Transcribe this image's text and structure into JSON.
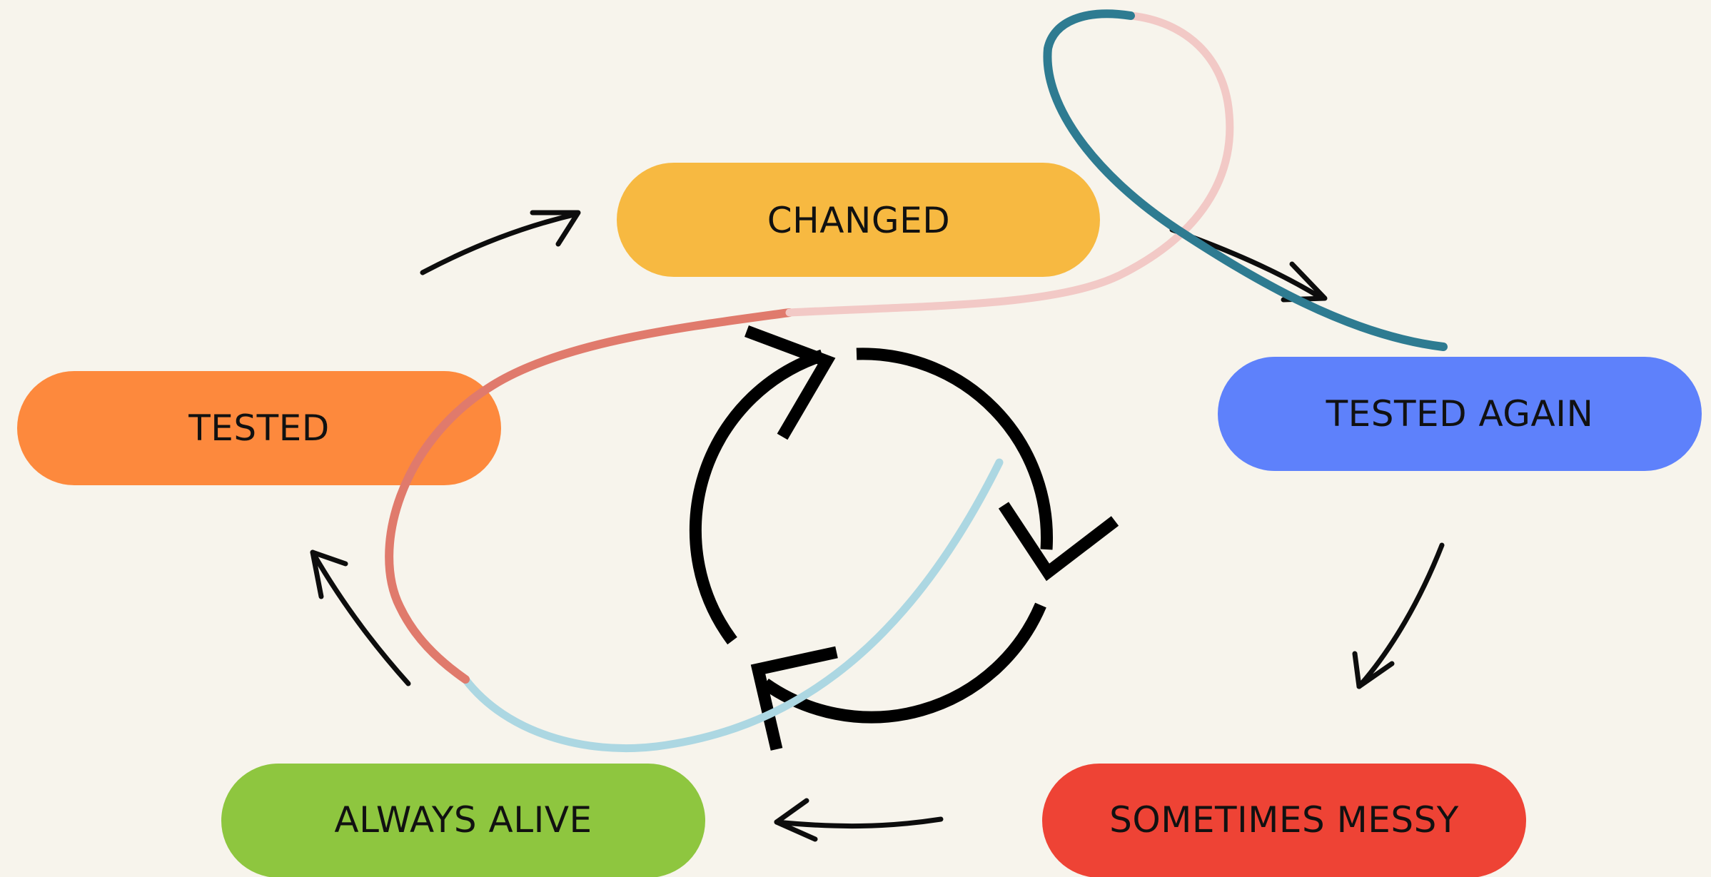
{
  "nodes": {
    "changed": {
      "label": "CHANGED",
      "color": "#f7b941"
    },
    "tested": {
      "label": "TESTED",
      "color": "#fd893d"
    },
    "tested_again": {
      "label": "TESTED AGAIN",
      "color": "#5e81fb"
    },
    "always_alive": {
      "label": "ALWAYS ALIVE",
      "color": "#8ec63f"
    },
    "sometimes_messy": {
      "label": "SOMETIMES MESSY",
      "color": "#ee4335"
    }
  },
  "flow": [
    [
      "tested",
      "changed"
    ],
    [
      "changed",
      "tested_again"
    ],
    [
      "tested_again",
      "sometimes_messy"
    ],
    [
      "sometimes_messy",
      "always_alive"
    ],
    [
      "always_alive",
      "tested"
    ]
  ],
  "center_icon": "cycle-arrows-icon",
  "scribble_colors": {
    "coral": "#e07a6c",
    "pink": "#f2c9c6",
    "teal": "#2e7b91",
    "light_blue": "#acd7e2"
  }
}
